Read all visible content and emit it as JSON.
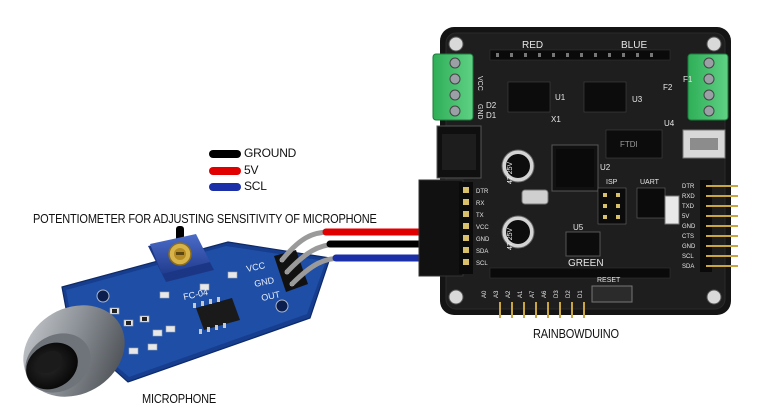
{
  "legend": {
    "items": [
      {
        "label": "GROUND",
        "color": "#000000"
      },
      {
        "label": "5V",
        "color": "#e10000"
      },
      {
        "label": "SCL",
        "color": "#1b2fa8"
      }
    ]
  },
  "annotations": {
    "potentiometer": "POTENTIOMETER FOR ADJUSTING SENSITIVITY OF MICROPHONE",
    "microphone": "MICROPHONE",
    "rainbowduino": "RAINBOWDUINO"
  },
  "rainbowduino_board": {
    "silkscreen": {
      "red": "RED",
      "blue": "BLUE",
      "green": "GREEN",
      "uart": "UART",
      "isp": "ISP",
      "x1": "X1",
      "u1": "U1",
      "u2": "U2",
      "u3": "U3",
      "u4": "U4",
      "u5": "U5",
      "d1": "D1",
      "d2": "D2",
      "f1": "F1",
      "f2": "F2",
      "reset": "RESET",
      "vcc": "VCC",
      "gnd": "GND",
      "cap1": "47 25V",
      "cap2": "47 25V",
      "chip_ftdi": "FTDI",
      "pins_left": [
        "DTR",
        "RX",
        "TX",
        "VCC",
        "GND",
        "SDA",
        "SCL"
      ],
      "pins_right": [
        "DTR",
        "RXD",
        "TXD",
        "5V",
        "GND",
        "CTS",
        "GND",
        "SCL",
        "SDA"
      ],
      "pins_bottom": [
        "A3",
        "A2",
        "A1",
        "A7",
        "A6",
        "D3",
        "D2",
        "D1",
        "A0"
      ]
    }
  },
  "microphone_module": {
    "silkscreen": {
      "model": "FC-04",
      "pins": [
        "VCC",
        "GND",
        "OUT"
      ]
    }
  }
}
